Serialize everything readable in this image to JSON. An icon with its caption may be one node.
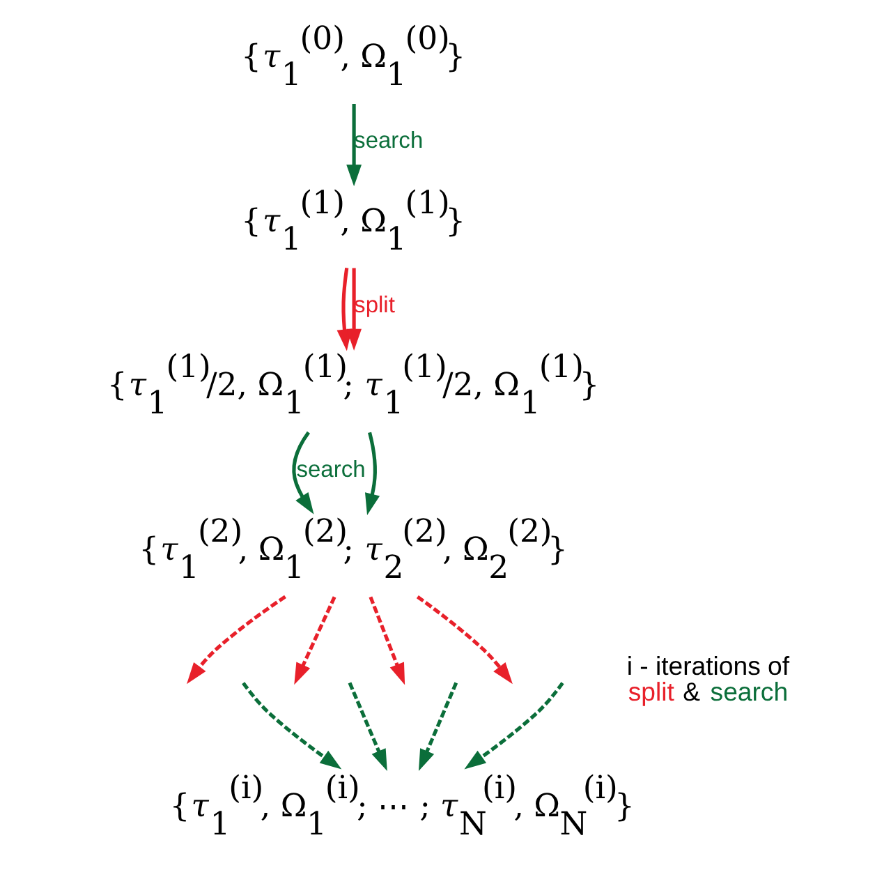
{
  "diagram": {
    "nodes": [
      {
        "text": [
          "{*τ*$_{1}$$^{(0)}$, Ω$_{1}$$^{(0)}$}"
        ]
      },
      {
        "text": [
          "{*τ*$_{1}$$^{(1)}$, Ω$_{1}$$^{(1)}$}"
        ]
      },
      {
        "text": [
          "{*τ*$_{1}$$^{(1)}$/2, Ω$_{1}$$^{(1)}$; *τ*$_{1}$$^{(1)}$/2, Ω$_{1}$$^{(1)}$}"
        ]
      },
      {
        "text": [
          "{*τ*$_{1}$$^{(2)}$, Ω$_{1}$$^{(2)}$; *τ*$_{2}$$^{(2)}$, Ω$_{2}$$^{(2)}$}"
        ]
      },
      {
        "text": [
          "{*τ*$_{1}$$^{(i)}$, Ω$_{1}$$^{(i)}$; ⋯ ; *τ*$_{N}$$^{(i)}$, Ω$_{N}$$^{(i)}$}"
        ]
      }
    ],
    "edges": [
      {
        "from": 0,
        "to": 1,
        "arrow": "to",
        "label": "search"
      },
      {
        "from": 1,
        "to": 2,
        "arrow": "to",
        "color": "#e8202a"
      },
      {
        "from": 1,
        "to": 2,
        "arrow": "to",
        "color": "#e8202a",
        "label": "split"
      },
      {
        "from": 2,
        "to": 3,
        "arrow": "to",
        "label": "search"
      },
      {
        "from": 2,
        "to": 3,
        "arrow": "to"
      },
      {
        "from": 3,
        "to": null,
        "arrow": "to",
        "style": "dashed",
        "color": "#e8202a"
      },
      {
        "from": 3,
        "to": null,
        "arrow": "to",
        "style": "dashed",
        "color": "#e8202a"
      },
      {
        "from": 3,
        "to": null,
        "arrow": "to",
        "style": "dashed",
        "color": "#e8202a"
      },
      {
        "from": 3,
        "to": null,
        "arrow": "to",
        "style": "dashed",
        "color": "#e8202a"
      },
      {
        "from": null,
        "to": 4,
        "arrow": "to",
        "style": "dashed"
      },
      {
        "from": null,
        "to": 4,
        "arrow": "to",
        "style": "dashed"
      },
      {
        "from": null,
        "to": 4,
        "arrow": "to",
        "style": "dashed"
      },
      {
        "from": null,
        "to": 4,
        "arrow": "to",
        "style": "dashed"
      }
    ],
    "labels": [
      "i - iterations of",
      "split",
      "&",
      "search"
    ]
  }
}
